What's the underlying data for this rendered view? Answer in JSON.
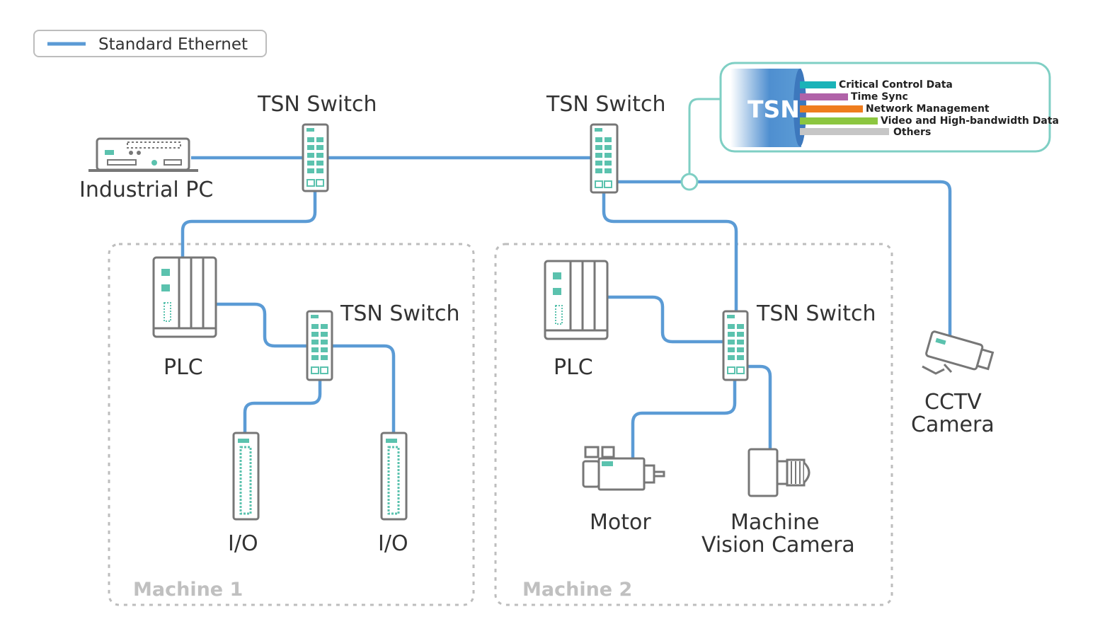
{
  "legend": {
    "label": "Standard Ethernet",
    "line_color": "#5b9bd5"
  },
  "colors": {
    "ethernet": "#5b9bd5",
    "device_outline": "#777777",
    "port": "#5bc2ae",
    "zone_border": "#bdbdbd",
    "callout_border": "#7fcfc4"
  },
  "devices": {
    "industrial_pc": "Industrial PC",
    "tsn_switch_1": "TSN Switch",
    "tsn_switch_2": "TSN Switch",
    "tsn_switch_m1": "TSN Switch",
    "tsn_switch_m2": "TSN Switch",
    "plc_m1": "PLC",
    "plc_m2": "PLC",
    "io_1": "I/O",
    "io_2": "I/O",
    "motor": "Motor",
    "mv_camera_line1": "Machine",
    "mv_camera_line2": "Vision Camera",
    "cctv_line1": "CCTV",
    "cctv_line2": "Camera"
  },
  "zones": {
    "machine_1": "Machine 1",
    "machine_2": "Machine 2"
  },
  "tsn_callout": {
    "title": "TSN",
    "traffic": [
      {
        "label": "Critical Control Data",
        "color": "#1ab3b8"
      },
      {
        "label": "Time Sync",
        "color": "#b062a8"
      },
      {
        "label": "Network Management",
        "color": "#ef7d1e"
      },
      {
        "label": "Video and High-bandwidth Data",
        "color": "#8cc63f"
      },
      {
        "label": "Others",
        "color": "#c6c6c6"
      }
    ]
  }
}
